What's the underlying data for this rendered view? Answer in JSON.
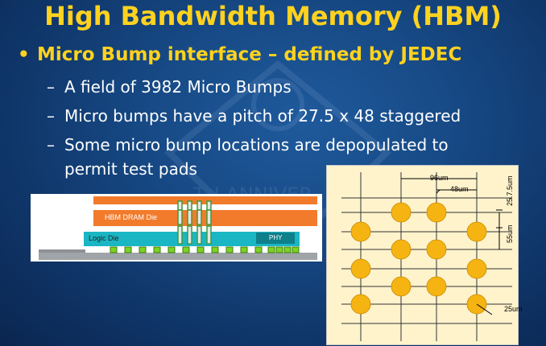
{
  "title": "High Bandwidth Memory (HBM)",
  "bullet_main": "Micro Bump interface – defined by JEDEC",
  "bullet_main_marker": "•",
  "sub_marker": "–",
  "sub_bullets": [
    "A field of 3982 Micro Bumps",
    "Micro bumps have a pitch of 27.5 x 48 staggered",
    "Some micro bump locations are depopulated to",
    "permit test pads"
  ],
  "watermark_text": "TH ANNIVER",
  "cross_section": {
    "dram_label": "HBM DRAM Die",
    "logic_label": "Logic Die",
    "phy_label": "PHY"
  },
  "bump_grid": {
    "label_96": "96um",
    "label_48": "48um",
    "label_27": "25.7.5um",
    "label_55": "55um",
    "label_25": "25um"
  },
  "colors": {
    "title": "#ffd21f",
    "bump": "#f6b412",
    "background": "#174a86"
  }
}
